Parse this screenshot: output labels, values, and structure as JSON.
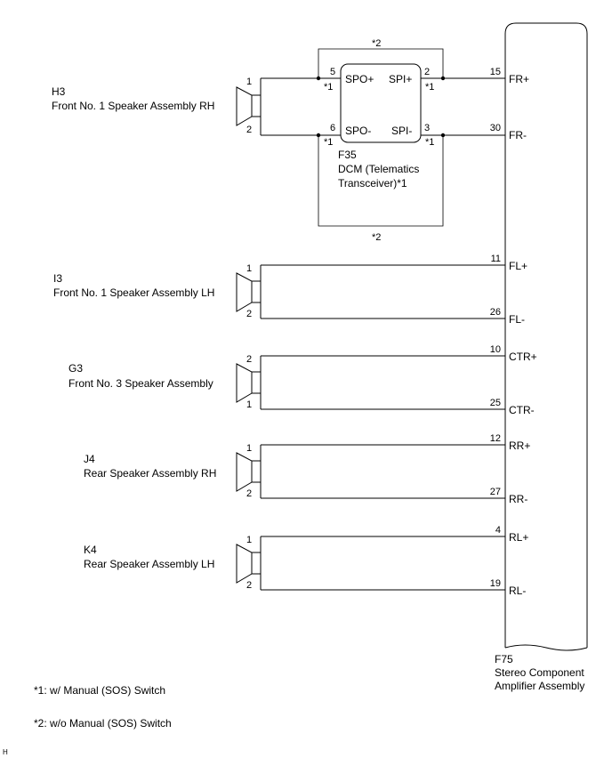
{
  "amplifier": {
    "code": "F75",
    "name_line1": "Stereo Component",
    "name_line2": "Amplifier Assembly"
  },
  "dcm": {
    "code": "F35",
    "name_line1": "DCM (Telematics",
    "name_line2": "Transceiver)*1",
    "pins": {
      "spo_plus": {
        "num": "5",
        "label": "SPO+"
      },
      "spo_minus": {
        "num": "6",
        "label": "SPO-"
      },
      "spi_plus": {
        "num": "2",
        "label": "SPI+"
      },
      "spi_minus": {
        "num": "3",
        "label": "SPI-"
      }
    },
    "bypass_note": "*2",
    "option_note": "*1"
  },
  "speakers": [
    {
      "code": "H3",
      "name": "Front No. 1 Speaker Assembly RH",
      "pin_top": "1",
      "pin_bottom": "2"
    },
    {
      "code": "I3",
      "name": "Front No. 1 Speaker Assembly LH",
      "pin_top": "1",
      "pin_bottom": "2"
    },
    {
      "code": "G3",
      "name": "Front No. 3 Speaker Assembly",
      "pin_top": "2",
      "pin_bottom": "1"
    },
    {
      "code": "J4",
      "name": "Rear Speaker Assembly RH",
      "pin_top": "1",
      "pin_bottom": "2"
    },
    {
      "code": "K4",
      "name": "Rear Speaker Assembly LH",
      "pin_top": "1",
      "pin_bottom": "2"
    }
  ],
  "amp_pins": [
    {
      "num": "15",
      "label": "FR+"
    },
    {
      "num": "30",
      "label": "FR-"
    },
    {
      "num": "11",
      "label": "FL+"
    },
    {
      "num": "26",
      "label": "FL-"
    },
    {
      "num": "10",
      "label": "CTR+"
    },
    {
      "num": "25",
      "label": "CTR-"
    },
    {
      "num": "12",
      "label": "RR+"
    },
    {
      "num": "27",
      "label": "RR-"
    },
    {
      "num": "4",
      "label": "RL+"
    },
    {
      "num": "19",
      "label": "RL-"
    }
  ],
  "notes": [
    "*1: w/ Manual (SOS) Switch",
    "*2: w/o Manual (SOS) Switch"
  ],
  "corner_mark": "H"
}
